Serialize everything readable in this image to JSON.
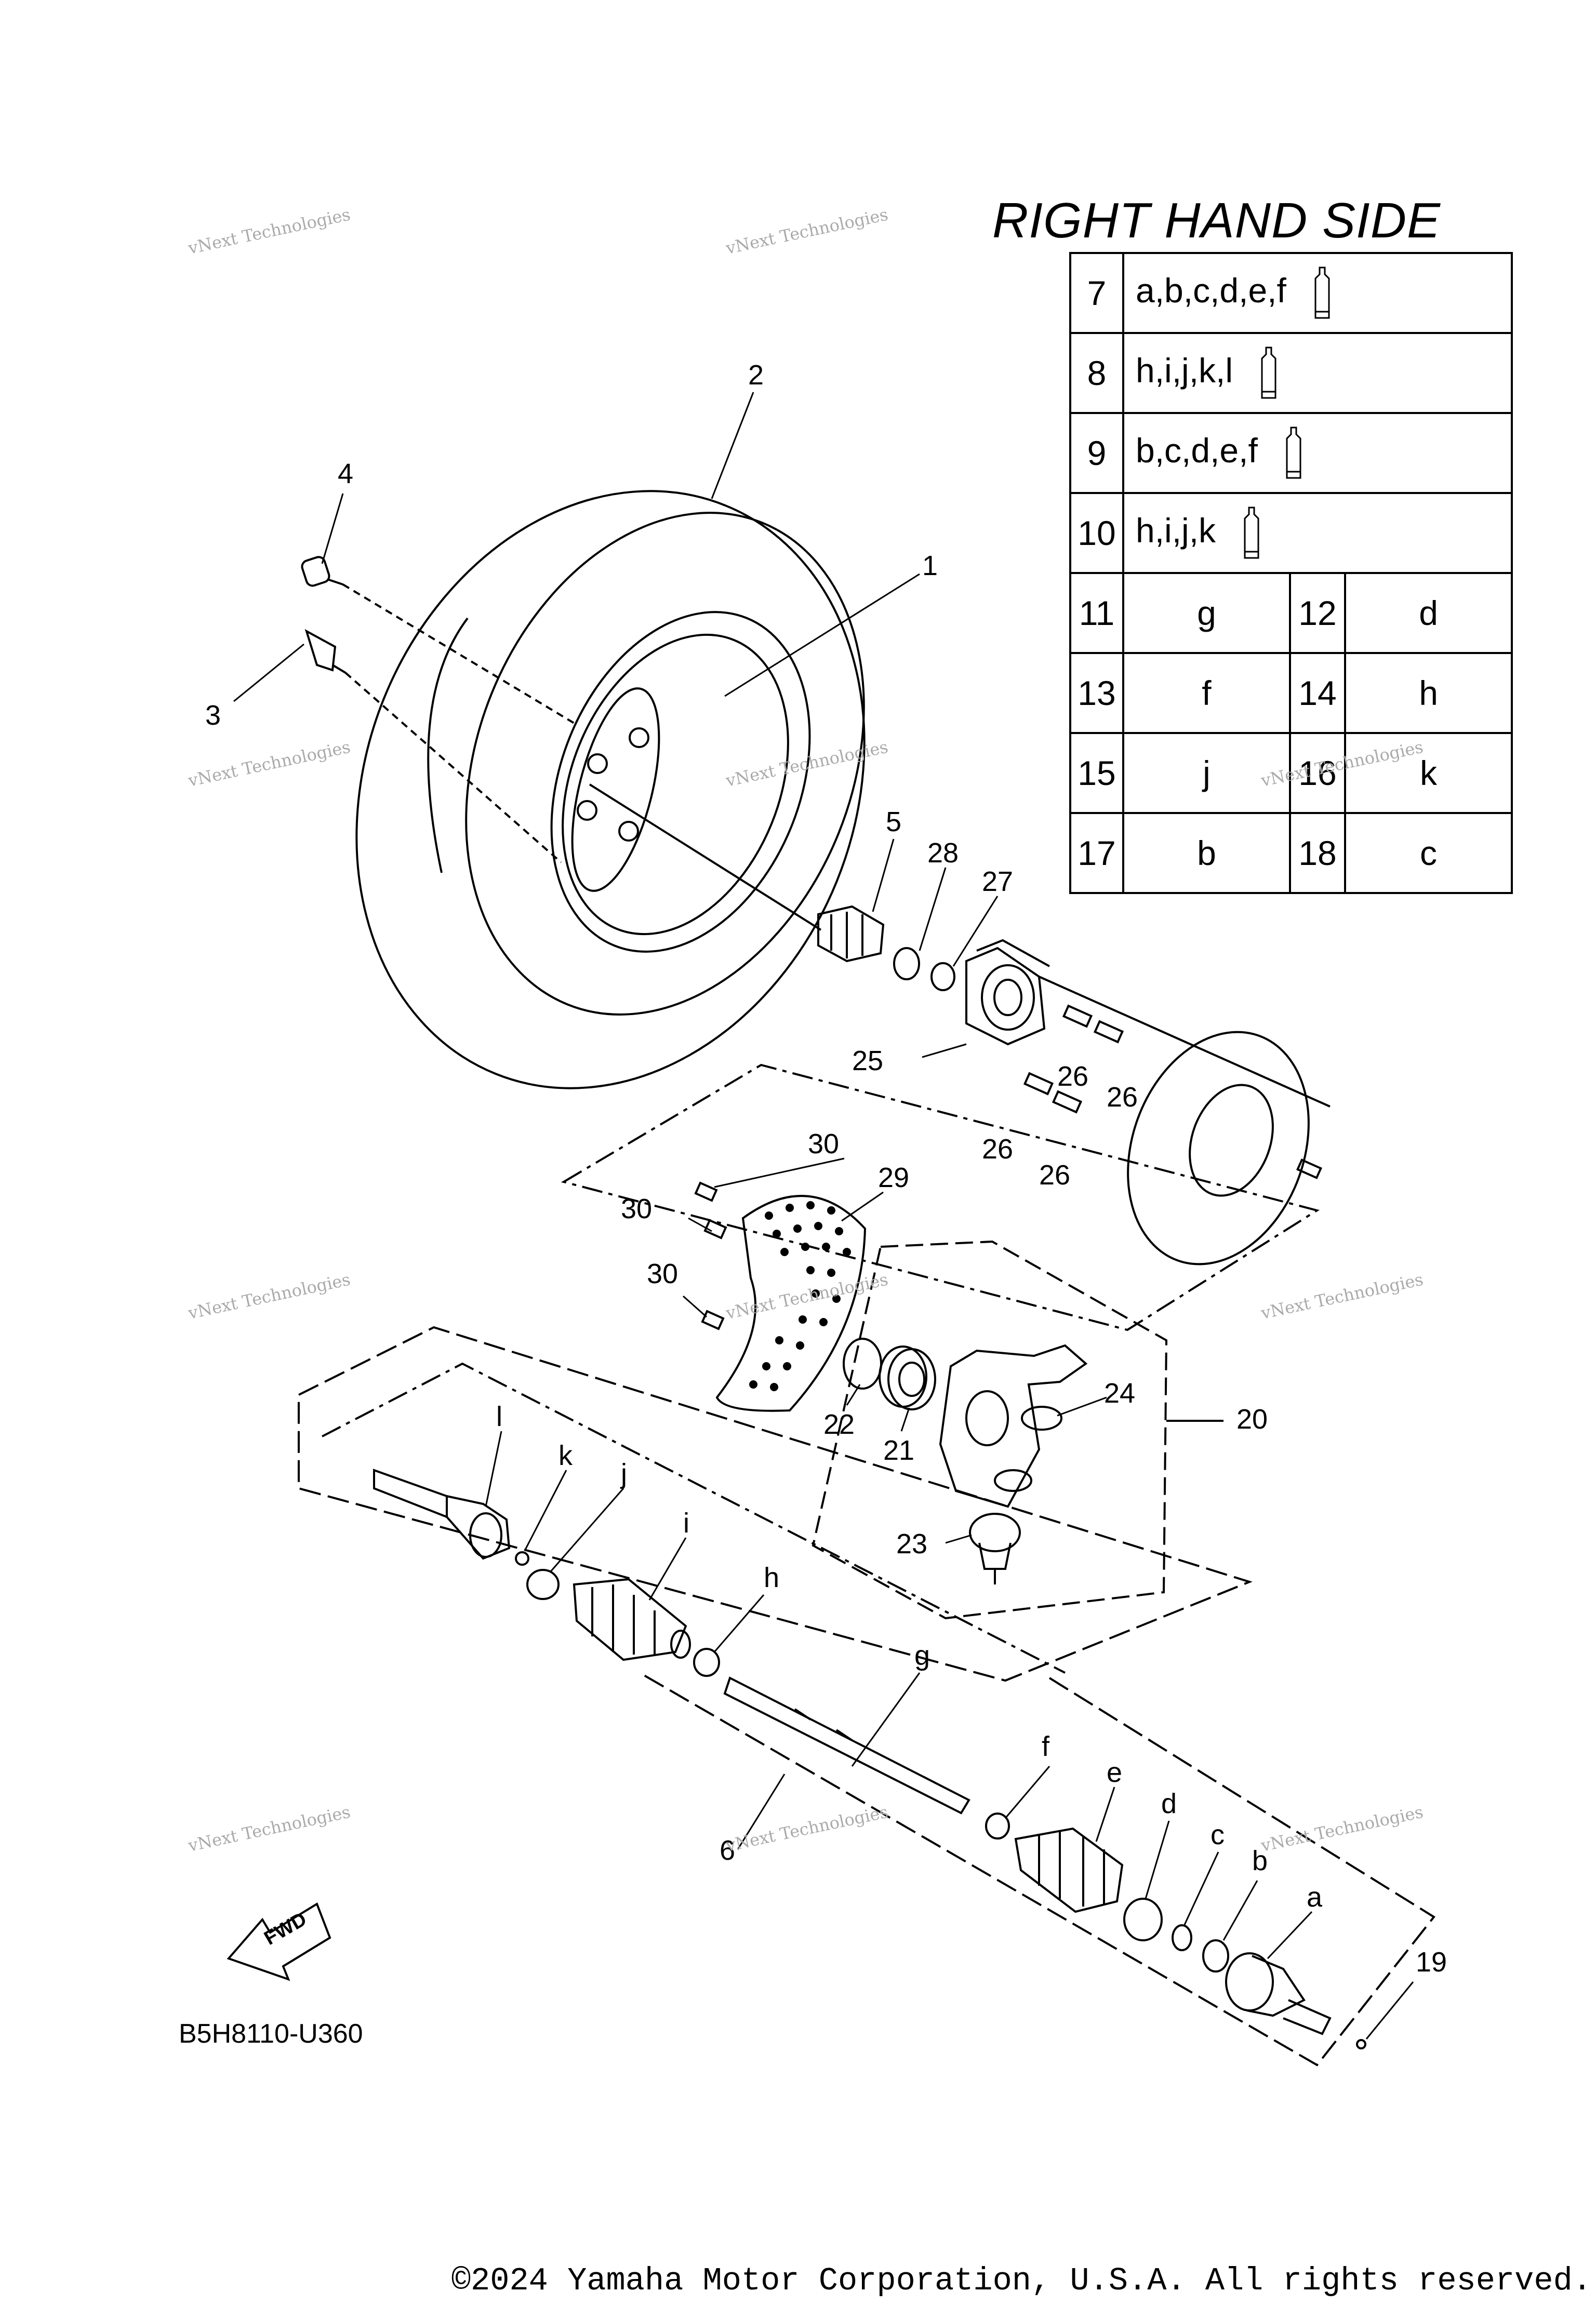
{
  "diagram": {
    "title": "RIGHT HAND SIDE",
    "diagram_code": "B5H8110-U360",
    "fwd_label": "FWD",
    "copyright": "©2024 Yamaha Motor Corporation, U.S.A. All rights reserved.",
    "watermark": {
      "line1": "vNext",
      "line2": "Technologies",
      "small": "vNext Technologies"
    }
  },
  "reference_table": [
    {
      "number": "7",
      "content": "a,b,c,d,e,f",
      "icon": "grease-tube-icon"
    },
    {
      "number": "8",
      "content": "h,i,j,k,l",
      "icon": "grease-tube-icon"
    },
    {
      "number": "9",
      "content": "b,c,d,e,f",
      "icon": "grease-tube-icon"
    },
    {
      "number": "10",
      "content": "h,i,j,k",
      "icon": "grease-tube-icon"
    },
    {
      "pair": [
        {
          "number": "11",
          "content": "g"
        },
        {
          "number": "12",
          "content": "d"
        }
      ]
    },
    {
      "pair": [
        {
          "number": "13",
          "content": "f"
        },
        {
          "number": "14",
          "content": "h"
        }
      ]
    },
    {
      "pair": [
        {
          "number": "15",
          "content": "j"
        },
        {
          "number": "16",
          "content": "k"
        }
      ]
    },
    {
      "pair": [
        {
          "number": "17",
          "content": "b"
        },
        {
          "number": "18",
          "content": "c"
        }
      ]
    }
  ],
  "callouts": {
    "c1": "1",
    "c2": "2",
    "c3": "3",
    "c4": "4",
    "c5": "5",
    "c6": "6",
    "c19": "19",
    "c20": "20",
    "c21": "21",
    "c22": "22",
    "c23": "23",
    "c24": "24",
    "c25": "25",
    "c26": "26",
    "c27": "27",
    "c28": "28",
    "c29": "29",
    "c30": "30",
    "ca": "a",
    "cb": "b",
    "cc": "c",
    "cd": "d",
    "ce": "e",
    "cf": "f",
    "cg": "g",
    "ch": "h",
    "ci": "i",
    "cj": "j",
    "ck": "k",
    "cl": "l"
  }
}
